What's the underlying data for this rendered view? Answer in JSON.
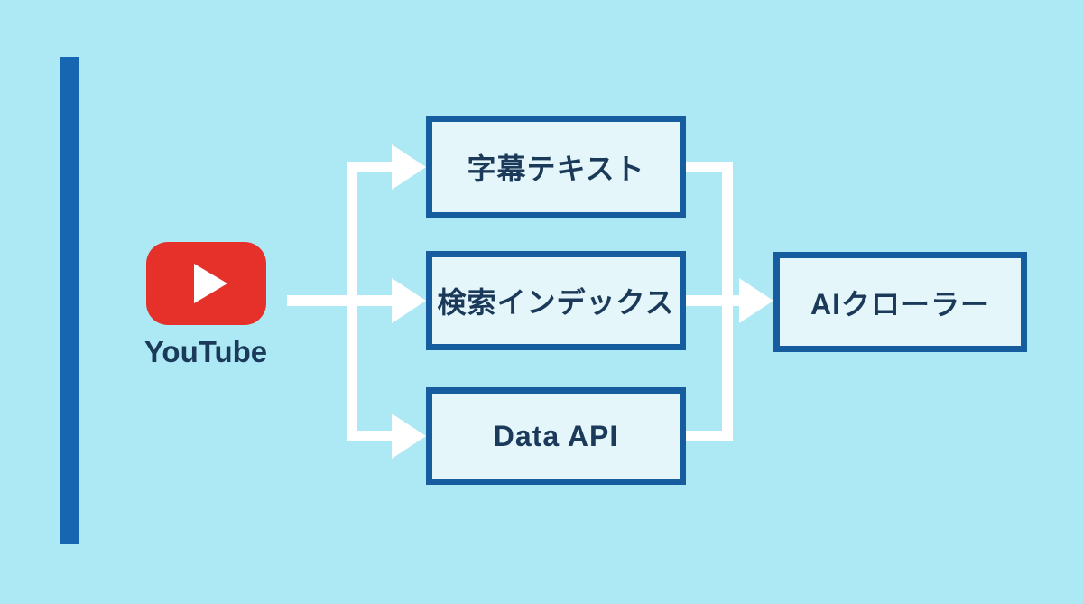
{
  "diagram": {
    "source": {
      "label": "YouTube",
      "icon": "youtube-play-icon"
    },
    "channels": [
      {
        "id": "subtitle-text",
        "label": "字幕テキスト"
      },
      {
        "id": "search-index",
        "label": "検索インデックス"
      },
      {
        "id": "data-api",
        "label": "Data API"
      }
    ],
    "consumer": {
      "label": "AIクローラー"
    },
    "colors": {
      "background": "#ade9f5",
      "accent_bar": "#1666b2",
      "box_border": "#155d9e",
      "box_fill": "#e4f6fa",
      "text": "#1b3a5a",
      "connector": "#ffffff",
      "youtube_red": "#e5312a",
      "play_triangle": "#ffffff"
    }
  }
}
